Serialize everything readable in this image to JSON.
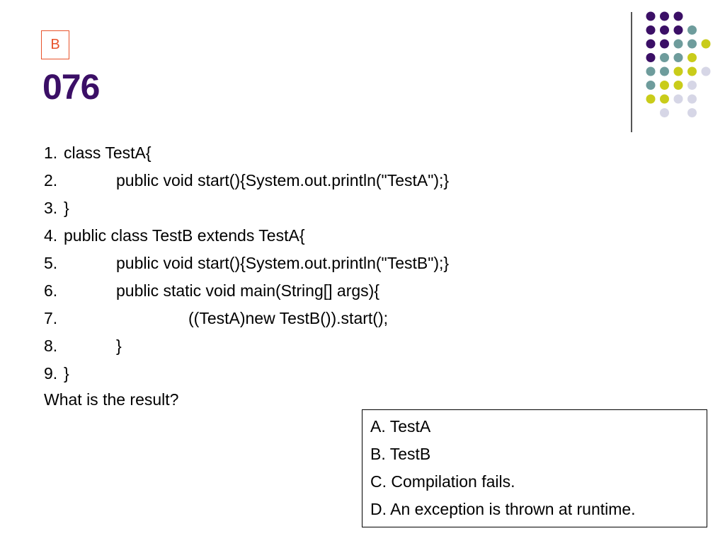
{
  "answer_badge": "B",
  "title": "076",
  "code_lines": [
    {
      "num": "1. ",
      "text": "class TestA{",
      "indent": 0
    },
    {
      "num": "2.",
      "text": "public void start(){System.out.println(\"TestA\");}",
      "indent": 1
    },
    {
      "num": "3. ",
      "text": "}",
      "indent": 0
    },
    {
      "num": "4. ",
      "text": "public class TestB extends TestA{",
      "indent": 0
    },
    {
      "num": "5.",
      "text": "public void start(){System.out.println(\"TestB\");}",
      "indent": 1
    },
    {
      "num": "6.",
      "text": "public static void main(String[] args){",
      "indent": 1
    },
    {
      "num": "7.",
      "text": "((TestA)new TestB()).start();",
      "indent": 2
    },
    {
      "num": "8.",
      "text": "}",
      "indent": 1
    },
    {
      "num": "9. ",
      "text": "}",
      "indent": 0
    }
  ],
  "question": "What is the result?",
  "options": [
    "A. TestA",
    "B. TestB",
    "C. Compilation fails.",
    "D. An exception is thrown at runtime."
  ],
  "colors": {
    "title": "#3b0f66",
    "badge": "#e8532b",
    "dot_purple": "#3b0f66",
    "dot_teal": "#6e9c9c",
    "dot_yellow": "#c9cc1a",
    "dot_lavender": "#d6d6e6"
  }
}
